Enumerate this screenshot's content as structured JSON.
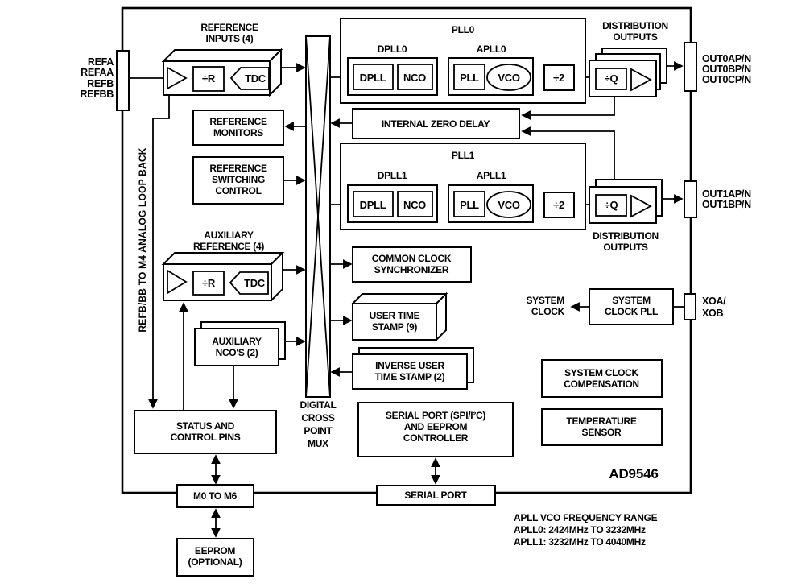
{
  "diagram": {
    "chip_name": "AD9546",
    "loopback_label": "REFB/BB TO M4 ANALOG LOOP BACK",
    "freq_note": [
      "APLL VCO FREQUENCY RANGE",
      "APLL0: 2424MHz TO 3232MHz",
      "APLL1: 3232MHz TO 4040MHz"
    ],
    "colors": {
      "ink": "#000000",
      "background": "#ffffff"
    }
  },
  "pins": {
    "ref": [
      "REFA",
      "REFAA",
      "REFB",
      "REFBB"
    ],
    "out0": [
      "OUT0AP/N",
      "OUT0BP/N",
      "OUT0CP/N"
    ],
    "out1": [
      "OUT1AP/N",
      "OUT1BP/N"
    ],
    "xo": [
      "XOA/",
      "XOB"
    ],
    "m_pins": "M0 TO M6",
    "serial_port": "SERIAL PORT"
  },
  "blocks": {
    "reference_inputs": [
      "REFERENCE",
      "INPUTS (4)"
    ],
    "reference_monitors": [
      "REFERENCE",
      "MONITORS"
    ],
    "reference_switching": [
      "REFERENCE",
      "SWITCHING",
      "CONTROL"
    ],
    "auxiliary_reference": [
      "AUXILIARY",
      "REFERENCE (4)"
    ],
    "auxiliary_nco": [
      "AUXILIARY",
      "NCO'S (2)"
    ],
    "status_control": [
      "STATUS AND",
      "CONTROL PINS"
    ],
    "crosspoint_mux": [
      "DIGITAL",
      "CROSS",
      "POINT",
      "MUX"
    ],
    "internal_zero_delay": "INTERNAL ZERO DELAY",
    "distribution_outputs": [
      "DISTRIBUTION",
      "OUTPUTS"
    ],
    "common_clock_sync": [
      "COMMON CLOCK",
      "SYNCHRONIZER"
    ],
    "user_time_stamp": [
      "USER TIME",
      "STAMP (9)"
    ],
    "inverse_user_time_stamp": [
      "INVERSE USER",
      "TIME STAMP (2)"
    ],
    "system_clock": [
      "SYSTEM",
      "CLOCK"
    ],
    "system_clock_pll": [
      "SYSTEM",
      "CLOCK PLL"
    ],
    "system_clock_comp": [
      "SYSTEM CLOCK",
      "COMPENSATION"
    ],
    "temperature_sensor": [
      "TEMPERATURE",
      "SENSOR"
    ],
    "serial_controller": [
      "SERIAL PORT (SPI/I²C)",
      "AND EEPROM",
      "CONTROLLER"
    ],
    "eeprom": [
      "EEPROM",
      "(OPTIONAL)"
    ],
    "pll0": {
      "title": "PLL0",
      "dpll": "DPLL0",
      "apll": "APLL0"
    },
    "pll1": {
      "title": "PLL1",
      "dpll": "DPLL1",
      "apll": "APLL1"
    }
  },
  "primitives": {
    "dpll": "DPLL",
    "nco": "NCO",
    "pll": "PLL",
    "vco": "VCO",
    "div2": "÷2",
    "divq": "÷Q",
    "divr": "÷R",
    "tdc": "TDC"
  }
}
